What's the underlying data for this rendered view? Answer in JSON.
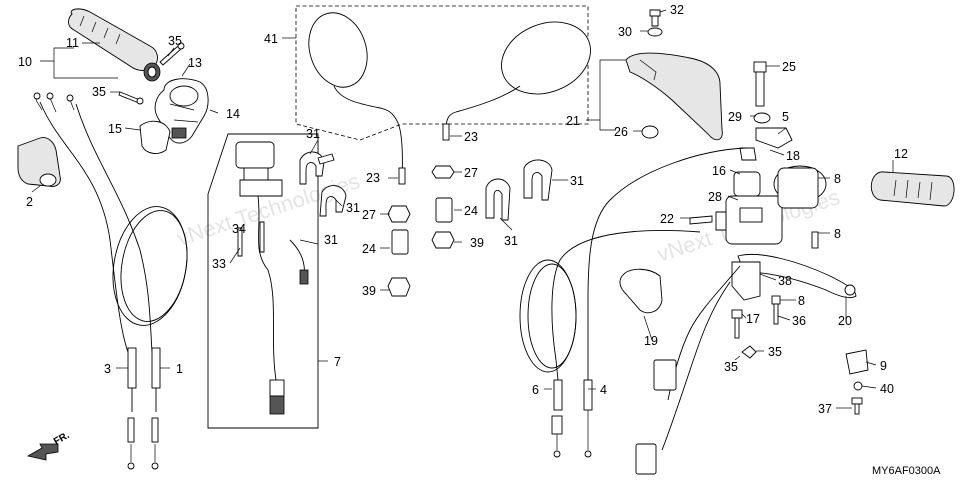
{
  "diagram": {
    "code": "MY6AF0300A",
    "direction_label": "FR.",
    "watermark": "vNext Technologies",
    "callouts": {
      "c1": "1",
      "c2": "2",
      "c3": "3",
      "c4": "4",
      "c5": "5",
      "c6": "6",
      "c7": "7",
      "c8a": "8",
      "c8b": "8",
      "c8c": "8",
      "c9": "9",
      "c10": "10",
      "c11": "11",
      "c12": "12",
      "c13": "13",
      "c14": "14",
      "c15": "15",
      "c16": "16",
      "c17": "17",
      "c18": "18",
      "c19": "19",
      "c20": "20",
      "c21": "21",
      "c22": "22",
      "c23a": "23",
      "c23b": "23",
      "c24a": "24",
      "c24b": "24",
      "c25": "25",
      "c26": "26",
      "c27a": "27",
      "c27b": "27",
      "c28": "28",
      "c29": "29",
      "c30": "30",
      "c31a": "31",
      "c31b": "31",
      "c31c": "31",
      "c31d": "31",
      "c32": "32",
      "c33": "33",
      "c34": "34",
      "c35a": "35",
      "c35b": "35",
      "c35c": "35",
      "c35d": "35",
      "c36": "36",
      "c37": "37",
      "c38": "38",
      "c39a": "39",
      "c39b": "39",
      "c40": "40",
      "c41": "41"
    }
  }
}
